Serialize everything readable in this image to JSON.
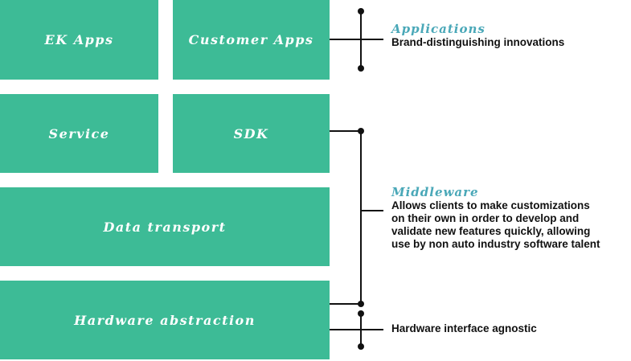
{
  "blocks": {
    "ek_apps": "EK Apps",
    "customer_apps": "Customer Apps",
    "service": "Service",
    "sdk": "SDK",
    "data_transport": "Data transport",
    "hardware_abstraction": "Hardware abstraction"
  },
  "labels": {
    "applications": {
      "heading": "Applications",
      "description": "Brand-distinguishing innovations"
    },
    "middleware": {
      "heading": "Middleware",
      "description_lines": [
        "Allows clients to make customizations",
        "on their own in order to develop and",
        "validate new features quickly, allowing",
        "use by non auto industry software talent"
      ]
    },
    "hardware": {
      "description": "Hardware interface agnostic"
    }
  },
  "colors": {
    "block_fill": "#3dbb96",
    "heading": "#4aa8b8",
    "text": "#111111",
    "line": "#111111"
  }
}
